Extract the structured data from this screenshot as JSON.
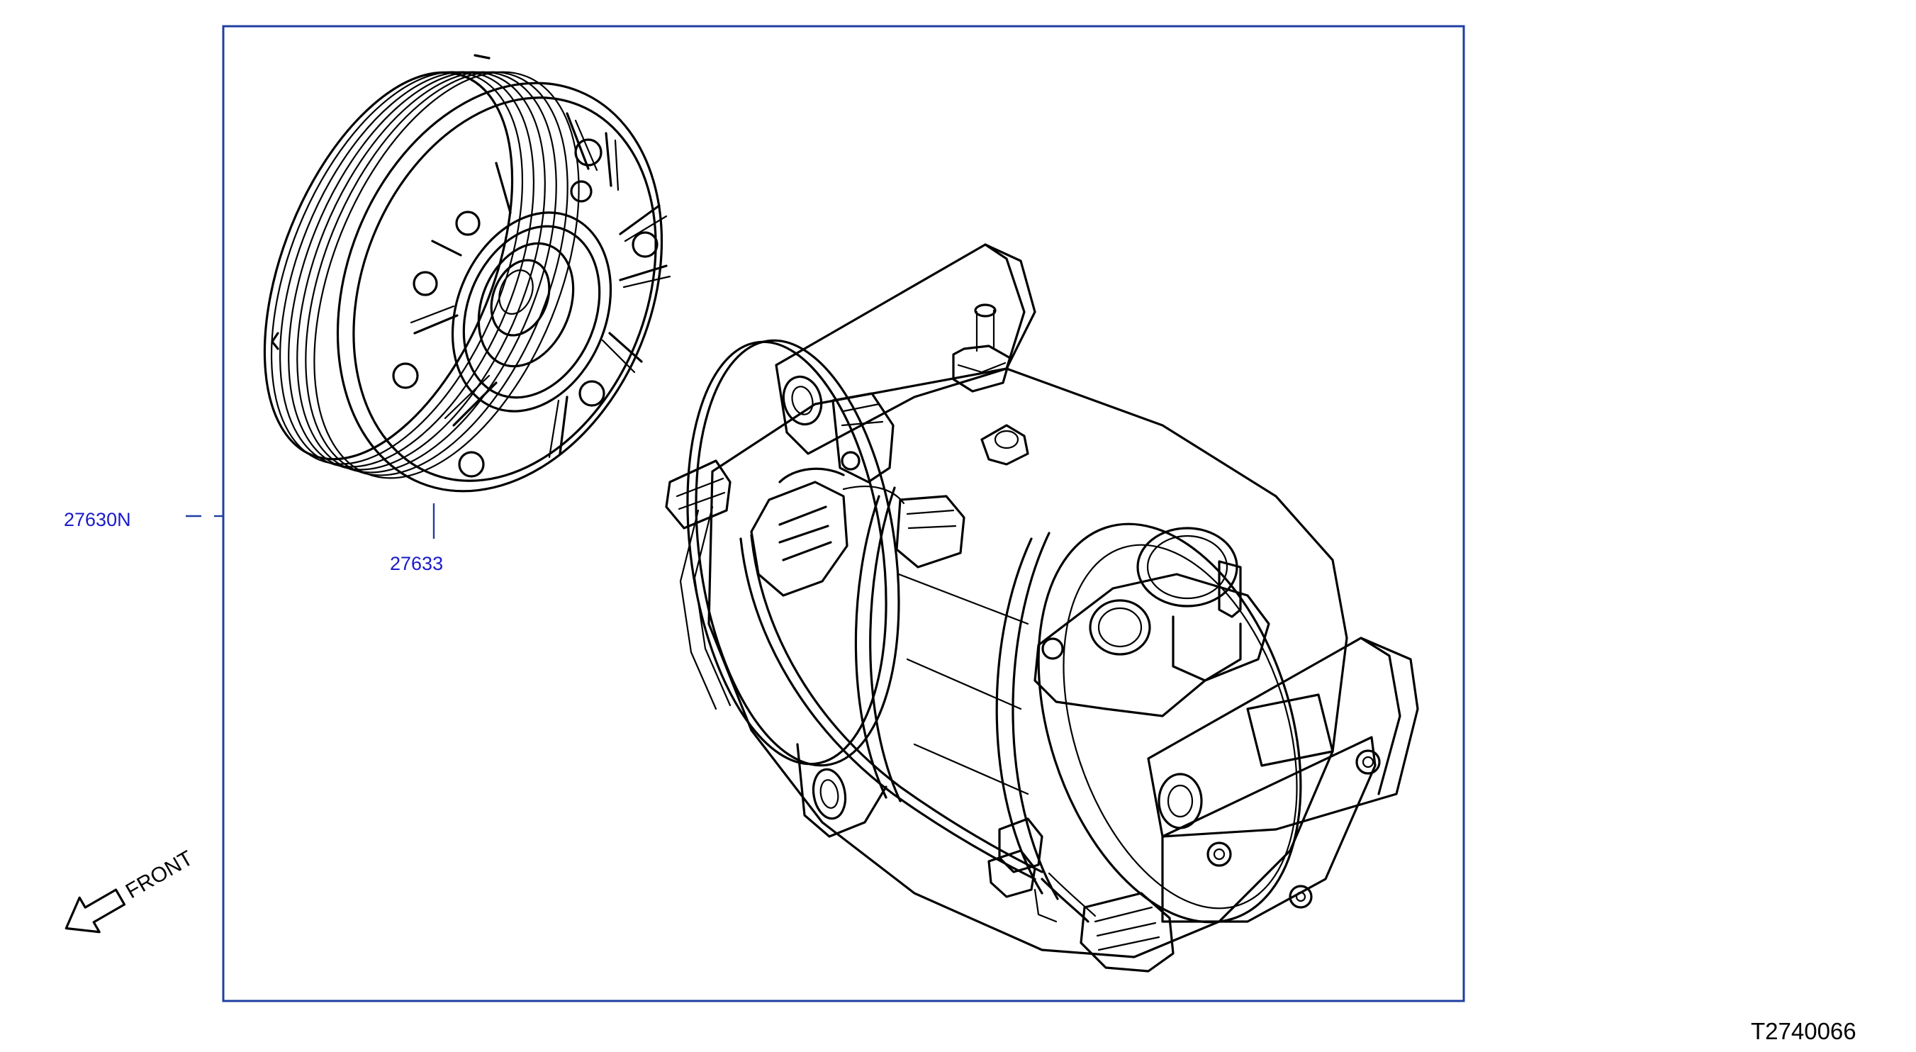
{
  "callouts": {
    "assembly": "27630N",
    "clutch": "27633"
  },
  "orientation": {
    "label": "FRONT",
    "icon": "front-arrow-icon"
  },
  "illustration_code": "T2740066",
  "colors": {
    "frame": "#1f3fa0",
    "callout_text": "#1a1acc",
    "line_art": "#000000"
  }
}
